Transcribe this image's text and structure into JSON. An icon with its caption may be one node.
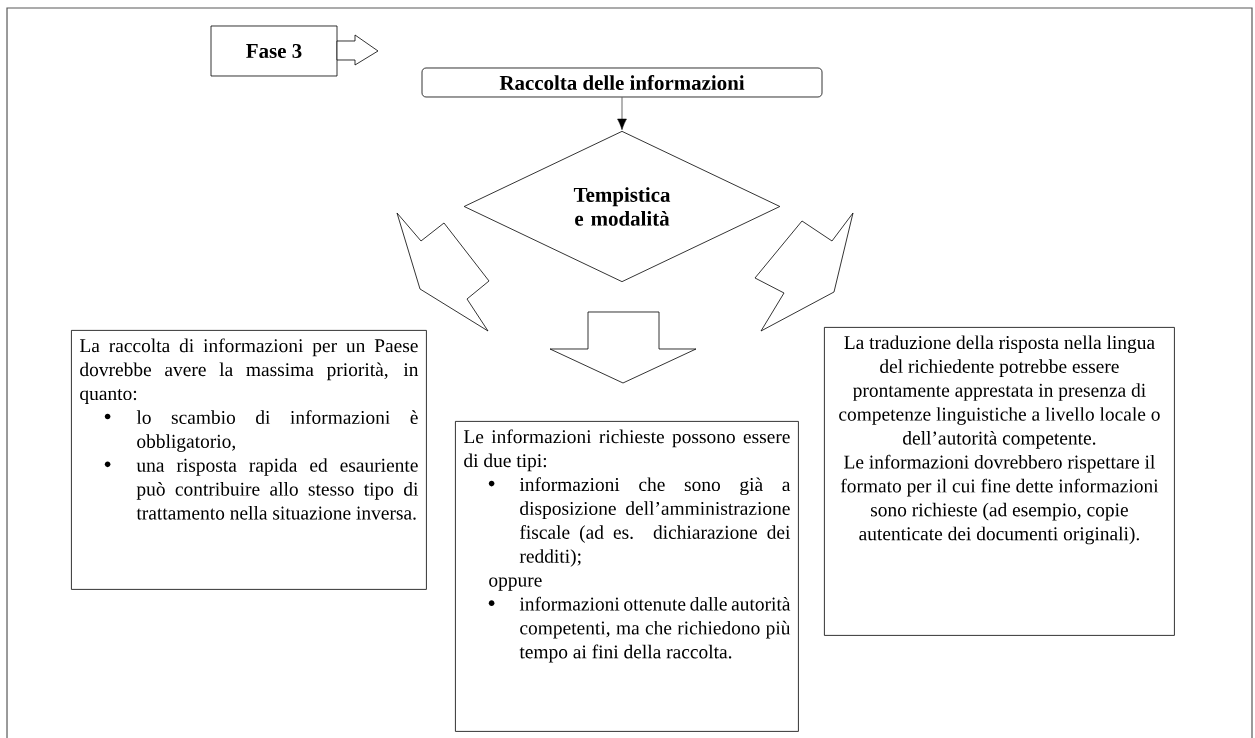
{
  "diagram": {
    "nodes": [
      {
        "text": [
          "Fase 3"
        ]
      },
      {
        "text": [
          "Raccolta delle informazioni"
        ]
      },
      {
        "text": [
          "Tempistica e modalità"
        ]
      },
      {
        "text": [
          "La raccolta di informazioni per un Paese dovrebbe avere la massima priorità, in quanto:",
          "lo scambio di informazioni è obbligatorio,",
          "una risposta rapida ed esauriente può contribuire allo stesso tipo di trattamento nella situazione inversa."
        ]
      },
      {
        "text": [
          "Le informazioni richieste possono essere di due tipi:",
          "informazioni che sono già a disposizione dell’amministrazione fiscale (ad es. dichiarazione dei redditi);",
          "oppure",
          "informazioni ottenute dalle autorità competenti, ma che richiedono più tempo ai fini della raccolta."
        ]
      },
      {
        "text": [
          "La traduzione della risposta nella lingua del richiedente potrebbe essere prontamente apprestata in presenza di competenze linguistiche a livello locale o dell’autorità competente.",
          "Le informazioni dovrebbero rispettare il formato per il cui fine dette informazioni sono richieste (ad esempio, copie autenticate dei documenti originali)."
        ]
      }
    ],
    "edges": [
      {
        "from": 0,
        "to": null,
        "arrow": "to",
        "style": "thick"
      },
      {
        "from": 1,
        "to": 2,
        "arrow": "to"
      },
      {
        "from": 2,
        "to": 3,
        "arrow": "to",
        "style": "thick"
      },
      {
        "from": 2,
        "to": 4,
        "arrow": "to",
        "style": "thick"
      },
      {
        "from": 2,
        "to": 5,
        "arrow": "to",
        "style": "thick"
      }
    ]
  }
}
